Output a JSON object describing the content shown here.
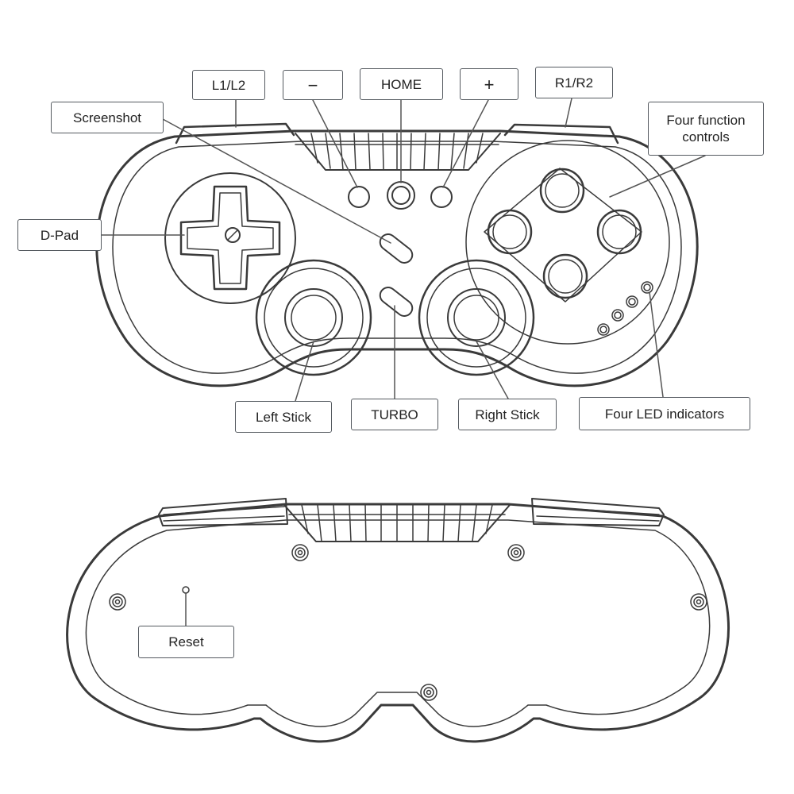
{
  "colors": {
    "outline": "#3a3a3a",
    "leader": "#555555",
    "box_border": "#555a60",
    "text": "#222222"
  },
  "front_view": {
    "labels": {
      "l1l2": "L1/L2",
      "minus": "−",
      "home": "HOME",
      "plus": "+",
      "r1r2": "R1/R2",
      "screenshot": "Screenshot",
      "four_function_line1": "Four function",
      "four_function_line2": "controls",
      "dpad": "D-Pad",
      "left_stick": "Left Stick",
      "turbo": "TURBO",
      "right_stick": "Right Stick",
      "led": "Four LED indicators"
    }
  },
  "back_view": {
    "labels": {
      "reset": "Reset"
    }
  }
}
